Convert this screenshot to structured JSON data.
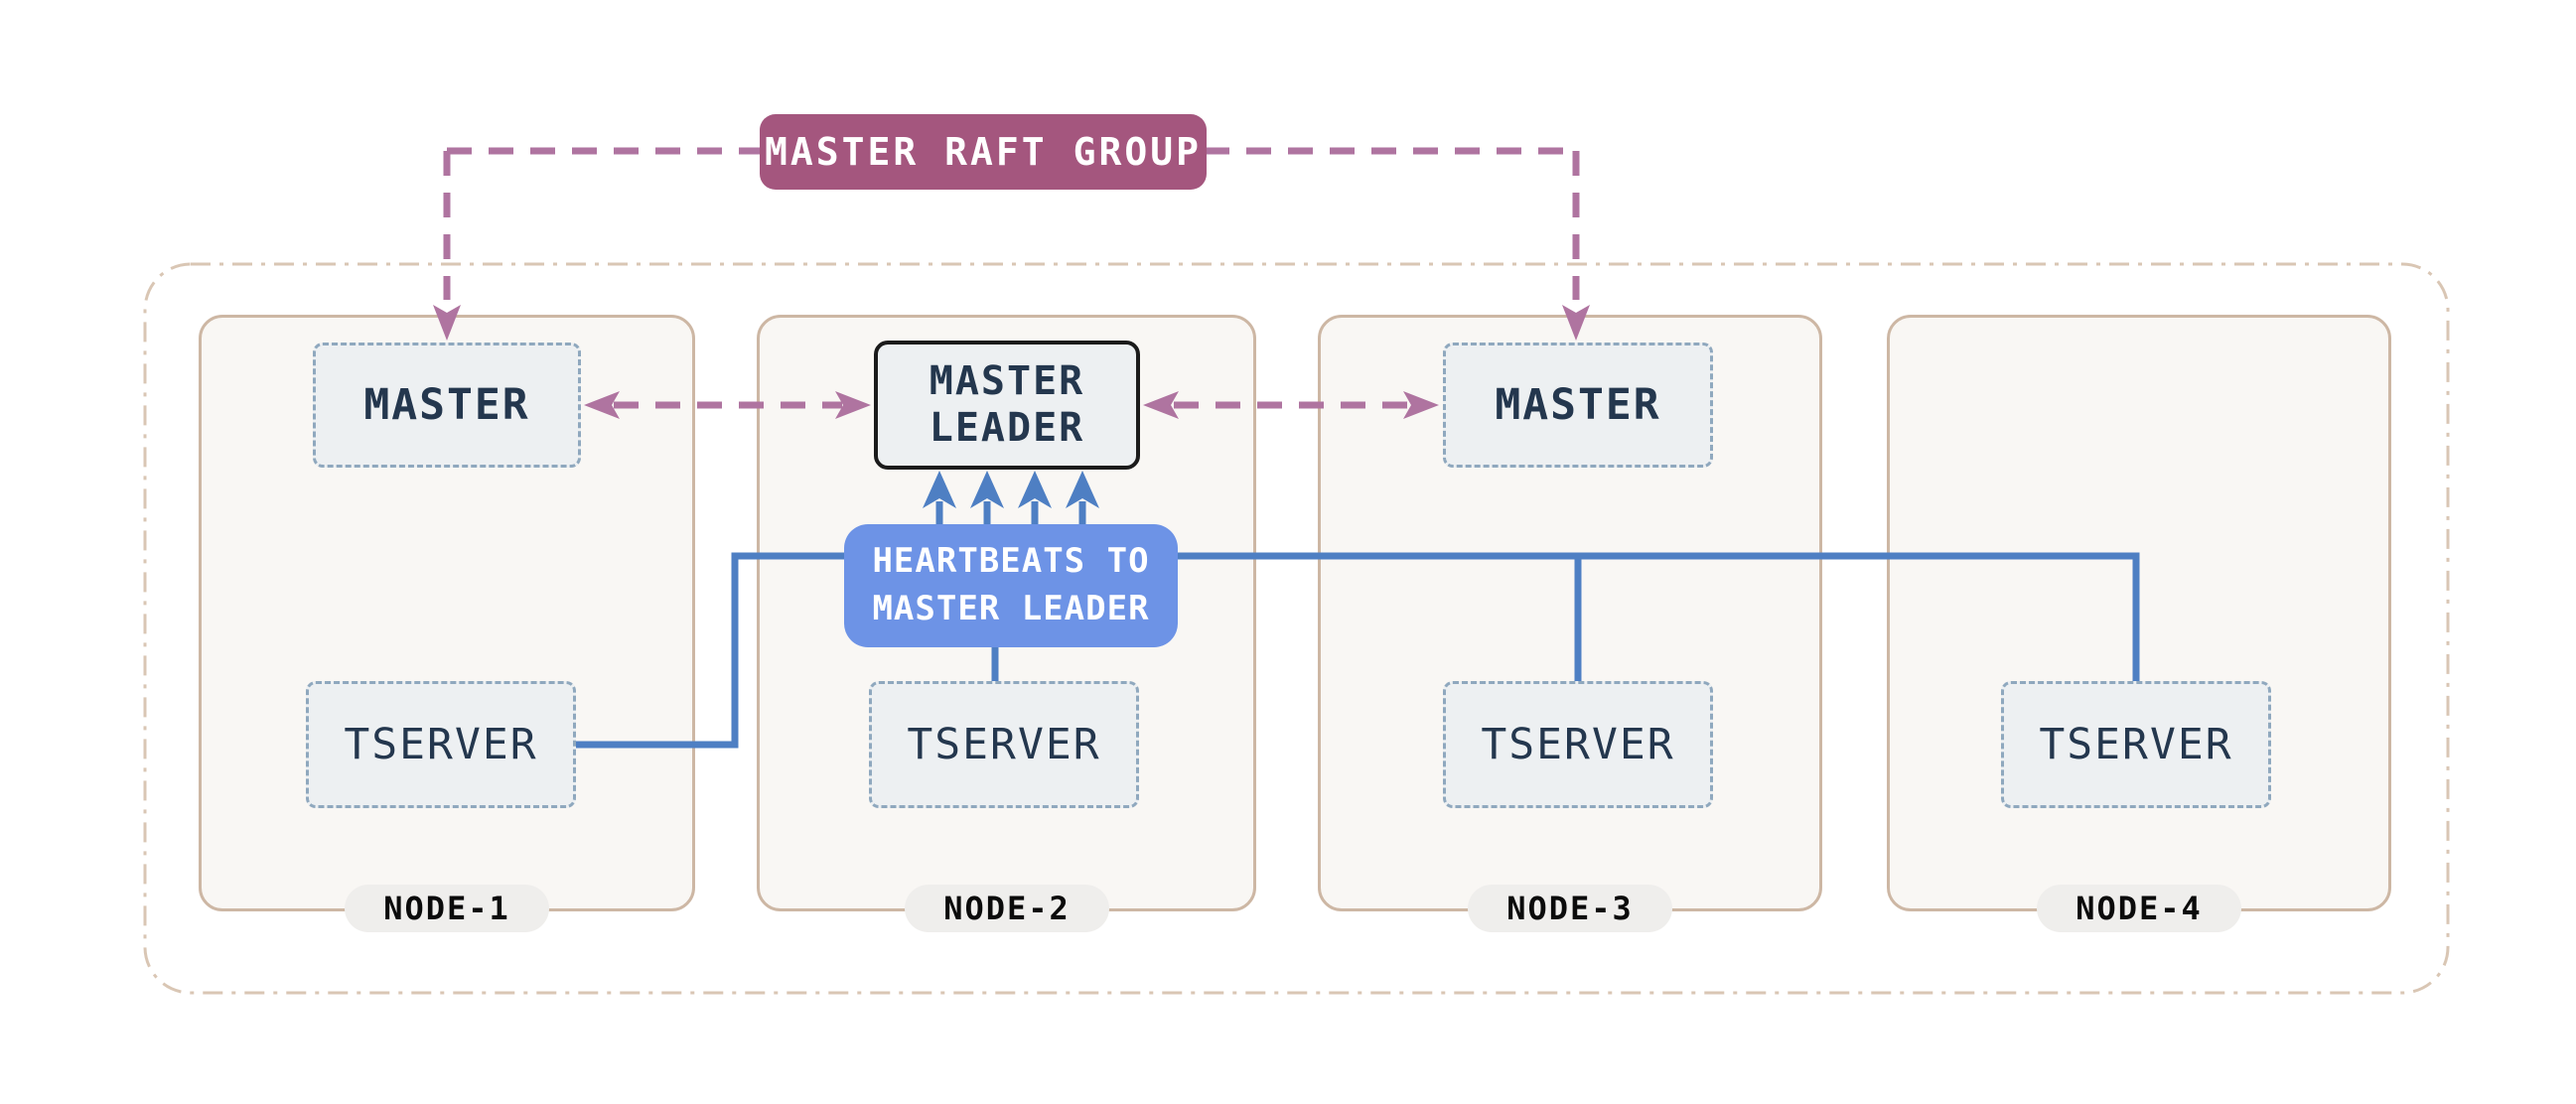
{
  "diagram": {
    "raft_group_label": "MASTER RAFT GROUP",
    "heartbeats_label": "HEARTBEATS TO\nMASTER LEADER",
    "nodes": [
      {
        "name": "NODE-1",
        "components": [
          {
            "type": "master",
            "label": "MASTER"
          },
          {
            "type": "tserver",
            "label": "TSERVER"
          }
        ]
      },
      {
        "name": "NODE-2",
        "components": [
          {
            "type": "master-leader",
            "label": "MASTER\nLEADER"
          },
          {
            "type": "tserver",
            "label": "TSERVER"
          }
        ]
      },
      {
        "name": "NODE-3",
        "components": [
          {
            "type": "master",
            "label": "MASTER"
          },
          {
            "type": "tserver",
            "label": "TSERVER"
          }
        ]
      },
      {
        "name": "NODE-4",
        "components": [
          {
            "type": "tserver",
            "label": "TSERVER"
          }
        ]
      }
    ],
    "colors": {
      "raft_label_bg": "#A4567E",
      "raft_arrow_pink": "#AF74A0",
      "heartbeat_box_bg": "#6D93E6",
      "heartbeat_line_blue": "#4E7FC3",
      "outer_cluster_border": "#D9C6B4",
      "node_border": "#CDB7A4",
      "node_bg": "#F9F7F4",
      "component_bg": "#EDF0F2",
      "component_border": "#8FA8BE",
      "leader_border": "#1B1B1B",
      "component_text": "#24374E",
      "badge_bg": "#EFEEEC"
    }
  }
}
